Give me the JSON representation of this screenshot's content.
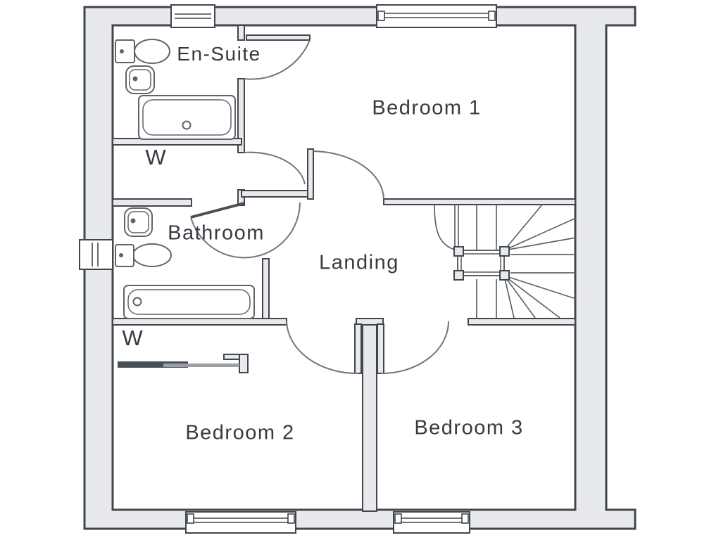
{
  "page": {
    "type": "floor-plan",
    "floor": "first-floor",
    "background": "#ffffff"
  },
  "colors": {
    "wall_fill": "#e8e9ec",
    "wall_stroke": "#41464d",
    "fixture_stroke": "#5f646a",
    "door_arc": "#70757b",
    "stair_line": "#5f646a",
    "label_text": "#363b41",
    "wardrobe_door_dark": "#4a4f55"
  },
  "rooms": [
    {
      "id": "en-suite",
      "label": "En-Suite"
    },
    {
      "id": "bedroom-1",
      "label": "Bedroom 1"
    },
    {
      "id": "wardrobe-1",
      "label": "W"
    },
    {
      "id": "bathroom",
      "label": "Bathroom"
    },
    {
      "id": "landing",
      "label": "Landing"
    },
    {
      "id": "wardrobe-2",
      "label": "W"
    },
    {
      "id": "bedroom-2",
      "label": "Bedroom 2"
    },
    {
      "id": "bedroom-3",
      "label": "Bedroom 3"
    }
  ],
  "fixtures": [
    {
      "room": "en-suite",
      "items": [
        "toilet",
        "wash-basin",
        "bath"
      ]
    },
    {
      "room": "bathroom",
      "items": [
        "toilet",
        "wash-basin",
        "bath"
      ]
    },
    {
      "room": "wardrobe-2",
      "items": [
        "sliding-wardrobe-door"
      ]
    },
    {
      "room": "landing",
      "items": [
        "winder-staircase",
        "balustrade"
      ]
    }
  ],
  "windows": [
    {
      "id": "window-en-suite-top",
      "wall": "top"
    },
    {
      "id": "window-bedroom-1-top",
      "wall": "top"
    },
    {
      "id": "window-bathroom-left",
      "wall": "left"
    },
    {
      "id": "window-bedroom-2-bottom",
      "wall": "bottom"
    },
    {
      "id": "window-bedroom-3-bottom",
      "wall": "bottom"
    }
  ],
  "doors": [
    {
      "id": "door-en-suite",
      "from": "bedroom-1",
      "to": "en-suite"
    },
    {
      "id": "door-wardrobe-1",
      "from": "bedroom-1",
      "to": "wardrobe-1"
    },
    {
      "id": "door-bedroom-1",
      "from": "landing",
      "to": "bedroom-1"
    },
    {
      "id": "door-bathroom",
      "from": "landing",
      "to": "bathroom"
    },
    {
      "id": "door-bedroom-2",
      "from": "landing",
      "to": "bedroom-2"
    },
    {
      "id": "door-bedroom-3",
      "from": "landing",
      "to": "bedroom-3"
    }
  ]
}
